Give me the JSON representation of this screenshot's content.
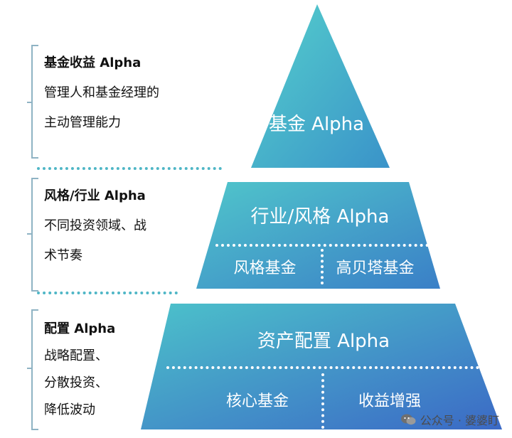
{
  "left_panels": [
    {
      "title": "基金收益 Alpha",
      "lines": [
        "管理人和基金经理的",
        "主动管理能力"
      ]
    },
    {
      "title": "风格/行业 Alpha",
      "lines": [
        "不同投资领域、战",
        "术节奏"
      ]
    },
    {
      "title": "配置 Alpha",
      "lines": [
        "战略配置、",
        "分散投资、",
        "降低波动"
      ]
    }
  ],
  "pyramid": {
    "top": {
      "label": "基金 Alpha"
    },
    "middle": {
      "label": "行业/风格 Alpha",
      "sub_left": "风格基金",
      "sub_right": "高贝塔基金"
    },
    "bottom": {
      "label": "资产配置 Alpha",
      "sub_left": "核心基金",
      "sub_right": "收益增强"
    }
  },
  "colors": {
    "teal": "#46c3c9",
    "blue": "#3f7fc7",
    "bracket": "#8fb3c4"
  },
  "watermark": {
    "text": "公众号 · 婆婆盯",
    "icon": "wechat-icon"
  }
}
